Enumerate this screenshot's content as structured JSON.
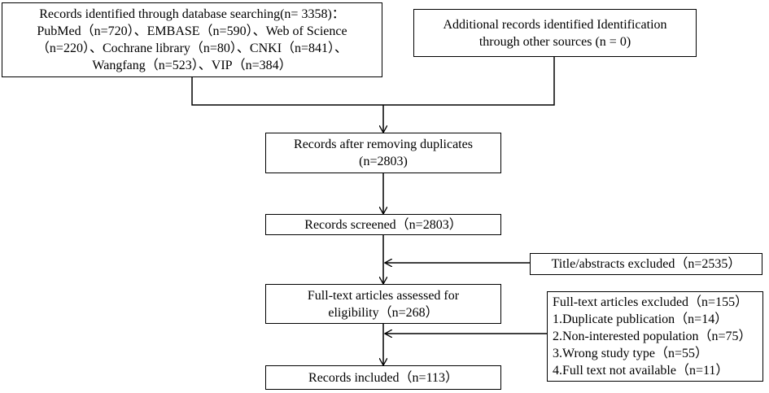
{
  "boxes": {
    "database": {
      "lines": [
        "Records identified through database searching(n= 3358)：",
        "PubMed（n=720）、EMBASE（n=590）、Web of Science",
        "（n=220）、Cochrane library（n=80）、CNKI（n=841）、",
        "Wangfang（n=523）、VIP（n=384）"
      ]
    },
    "other_sources": {
      "lines": [
        "Additional records identified Identification",
        "through other sources (n = 0)"
      ]
    },
    "after_duplicates": {
      "lines": [
        "Records after removing duplicates",
        "(n=2803)"
      ]
    },
    "screened": {
      "lines": [
        "Records screened（n=2803）"
      ]
    },
    "title_excluded": {
      "lines": [
        "Title/abstracts excluded（n=2535）"
      ]
    },
    "fulltext_assessed": {
      "lines": [
        "Full-text articles assessed for",
        "eligibility（n=268）"
      ]
    },
    "fulltext_excluded": {
      "lines": [
        "Full-text articles excluded（n=155）",
        "1.Duplicate publication（n=14）",
        "2.Non-interested population（n=75）",
        "3.Wrong study type（n=55）",
        "4.Full text not available（n=11）"
      ]
    },
    "included": {
      "lines": [
        "Records included（n=113）"
      ]
    }
  }
}
